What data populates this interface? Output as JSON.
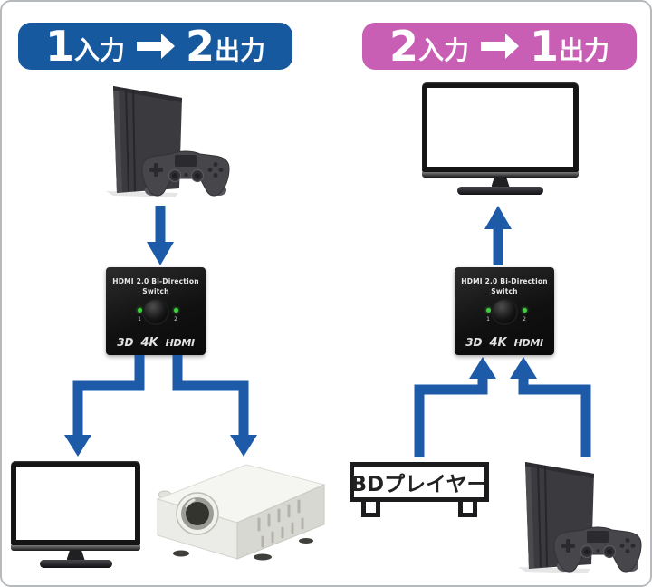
{
  "canvas": {
    "background": "#ffffff",
    "border_color": "#b7babd"
  },
  "colors": {
    "arrow_blue": "#1d5ba8",
    "badge_left_bg": "#17599f",
    "badge_right_bg": "#c95fb4",
    "badge_text": "#ffffff",
    "led_green": "#41cf41",
    "device_black": "#151515"
  },
  "sections": {
    "left": {
      "badge": {
        "in_num": "1",
        "in_label": "入力",
        "out_num": "2",
        "out_label": "出力"
      },
      "devices": {
        "source": "ps4-console",
        "outputs": [
          "tv-monitor",
          "projector"
        ]
      }
    },
    "right": {
      "badge": {
        "in_num": "2",
        "in_label": "入力",
        "out_num": "1",
        "out_label": "出力"
      },
      "bd_sign_label": "BDプレイヤー",
      "devices": {
        "sources": [
          "bd-player",
          "ps4-console"
        ],
        "output": "tv-monitor"
      }
    }
  },
  "switch": {
    "title_line1": "HDMI 2.0 Bi-Direction",
    "title_line2": "Switch",
    "port1": "1",
    "port2": "2",
    "logo_3d": "3D",
    "logo_4k": "4K",
    "logo_hdmi": "HDMI"
  }
}
